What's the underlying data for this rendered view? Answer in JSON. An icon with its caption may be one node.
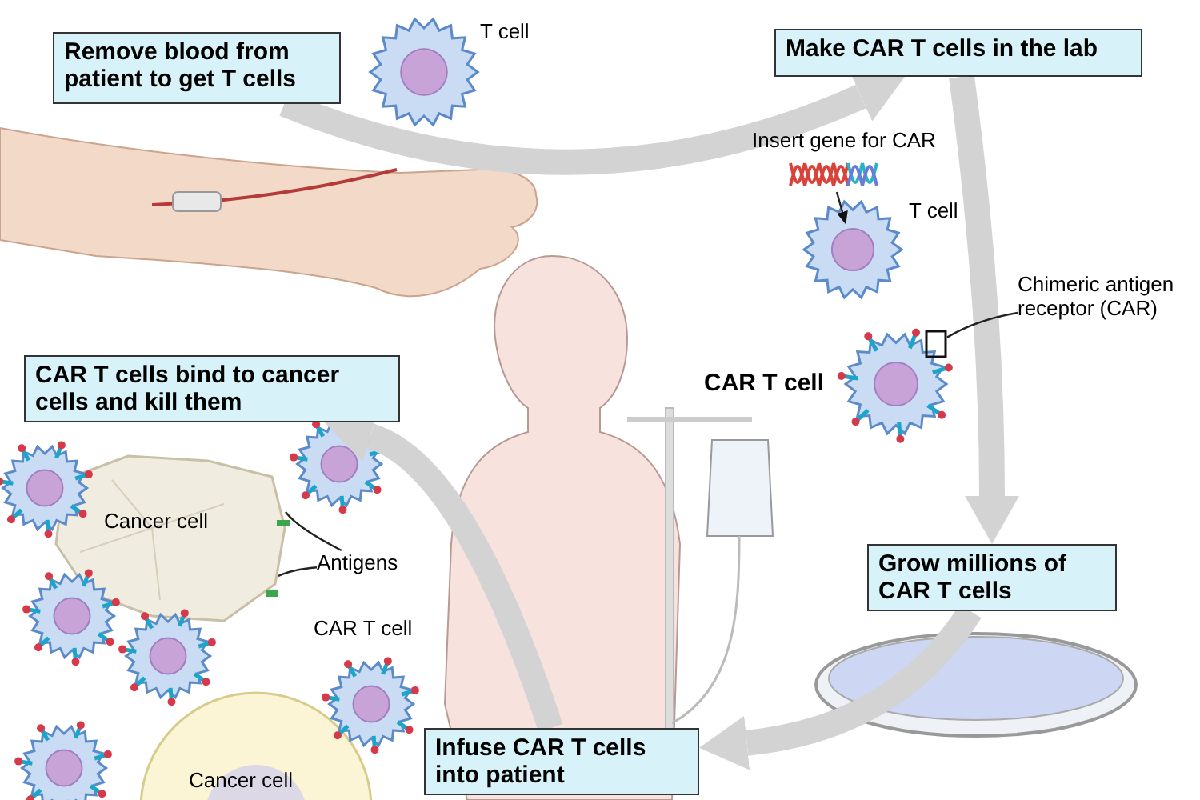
{
  "diagram": {
    "nodes": [
      {
        "text": [
          "Remove blood from patient to get T cells"
        ]
      },
      {
        "text": [
          "Make CAR T cells in the lab"
        ]
      },
      {
        "text": [
          "Grow millions of CAR T cells"
        ]
      },
      {
        "text": [
          "Infuse CAR T cells into patient"
        ]
      },
      {
        "text": [
          "CAR T cells bind to cancer cells and kill them"
        ]
      },
      {
        "text": [
          "Antigens"
        ]
      },
      {
        "text": [
          "Chimeric antigen receptor (CAR)"
        ]
      },
      {
        "text": [],
        "shape": "picture"
      },
      {
        "text": [],
        "shape": "picture",
        "beside": [
          "T cell"
        ]
      },
      {
        "text": [],
        "shape": "bar"
      },
      {
        "text": [],
        "shape": "bar"
      },
      {
        "text": [],
        "shape": "box"
      }
    ],
    "edges": [
      {
        "from": 0,
        "to": 1,
        "arrow": "to",
        "style": "thick"
      },
      {
        "from": 1,
        "to": 2,
        "arrow": "to",
        "style": "thick"
      },
      {
        "from": 2,
        "to": 3,
        "arrow": "to",
        "style": "thick"
      },
      {
        "from": 3,
        "to": 4,
        "arrow": "to",
        "style": "thick"
      },
      {
        "from": 5,
        "to": 9,
        "arrow": "none",
        "color": "#222222"
      },
      {
        "from": 5,
        "to": 10,
        "arrow": "none",
        "color": "#222222"
      },
      {
        "from": 6,
        "to": 11,
        "arrow": "none",
        "color": "#222222"
      },
      {
        "from": 7,
        "to": 8,
        "arrow": "to",
        "color": "#222222"
      }
    ],
    "labels": [
      "T cell",
      "Insert gene for CAR",
      "CAR T cell",
      "Cancer cell",
      "CAR T cell",
      "Cancer cell"
    ]
  }
}
